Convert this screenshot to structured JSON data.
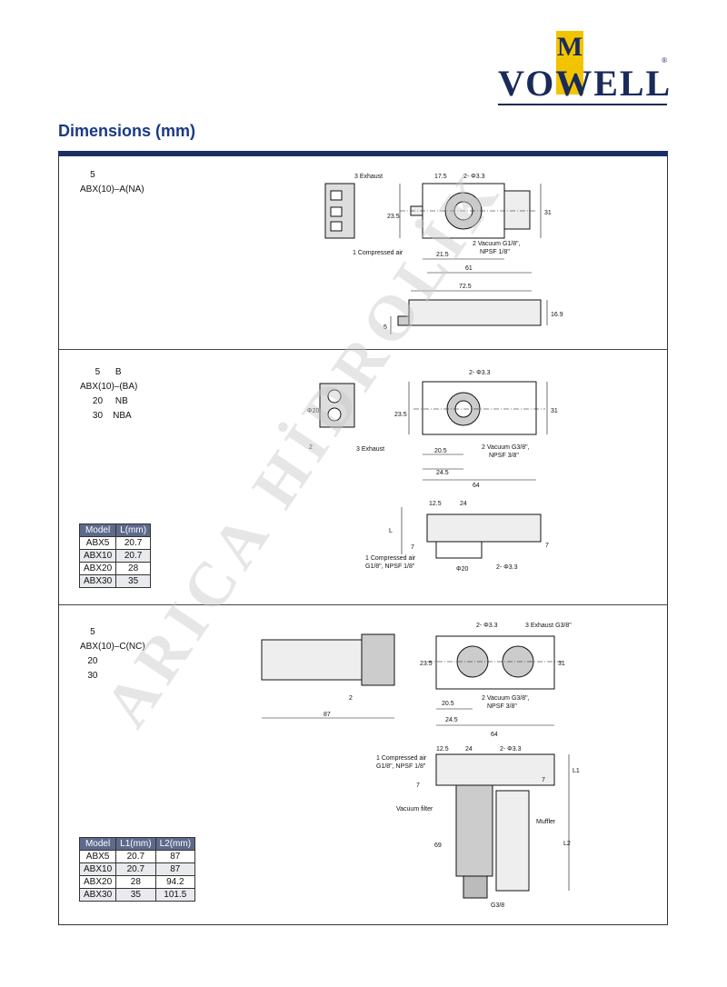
{
  "brand": {
    "mark": "M",
    "name": "VOWELL",
    "reg": "®"
  },
  "page_title": "Dimensions (mm)",
  "watermark": "ARICA HİDROLİK",
  "section_a": {
    "models": [
      "    5",
      "ABX(10)–A(NA)"
    ],
    "top_view": {
      "exhaust": "3 Exhaust",
      "d1": "17.5",
      "hole": "2- Φ3.3",
      "d2": "23.5",
      "d3": "31",
      "air": "1 Compressed air",
      "vac1": "2 Vacuum G1/8\",",
      "vac2": "NPSF 1/8\"",
      "d4": "21.5",
      "d5": "61",
      "d6": "72.5"
    },
    "side_view": {
      "d1": "5",
      "d2": "16.9"
    }
  },
  "section_b": {
    "models": [
      "      5      B",
      "ABX(10)–(BA)",
      "     20     NB",
      "     30    NBA"
    ],
    "table": {
      "headers": [
        "Model",
        "L(mm)"
      ],
      "rows": [
        [
          "ABX5",
          "20.7"
        ],
        [
          "ABX10",
          "20.7"
        ],
        [
          "ABX20",
          "28"
        ],
        [
          "ABX30",
          "35"
        ]
      ]
    },
    "top_view": {
      "hole": "2- Φ3.3",
      "dia": "Φ20",
      "d1": "23.5",
      "d2": "31",
      "d3": "2",
      "exhaust": "3 Exhaust",
      "vac1": "2 Vacuum G3/8\",",
      "vac2": "NPSF 3/8\"",
      "d4": "20.5",
      "d5": "24.5",
      "d6": "64"
    },
    "side_view": {
      "d1": "12.5",
      "d2": "24",
      "L": "L",
      "d3": "7",
      "d4": "7",
      "air1": "1 Compressed air",
      "air2": "G1/8\", NPSF 1/8\"",
      "dia": "Φ20",
      "hole": "2- Φ3.3"
    }
  },
  "section_c": {
    "models": [
      "    5",
      "ABX(10)–C(NC)",
      "   20",
      "   30"
    ],
    "table": {
      "headers": [
        "Model",
        "L1(mm)",
        "L2(mm)"
      ],
      "rows": [
        [
          "ABX5",
          "20.7",
          "87"
        ],
        [
          "ABX10",
          "20.7",
          "87"
        ],
        [
          "ABX20",
          "28",
          "94.2"
        ],
        [
          "ABX30",
          "35",
          "101.5"
        ]
      ]
    },
    "left_view": {
      "d1": "2",
      "d2": "87"
    },
    "top_view": {
      "hole": "2- Φ3.3",
      "exhaust": "3 Exhaust  G3/8\"",
      "d1": "23.5",
      "d2": "31",
      "vac1": "2 Vacuum G3/8\",",
      "vac2": "NPSF 3/8\"",
      "d3": "20.5",
      "d4": "24.5",
      "d5": "64"
    },
    "side_view": {
      "air1": "1 Compressed air",
      "air2": "G1/8\", NPSF 1/8\"",
      "d1": "12.5",
      "d2": "24",
      "hole": "2- Φ3.3",
      "d3": "7",
      "d4": "7",
      "L1": "L1",
      "filter": "Vacuum filter",
      "muffler": "Muffler",
      "d5": "69",
      "L2": "L2",
      "port": "G3/8"
    }
  }
}
